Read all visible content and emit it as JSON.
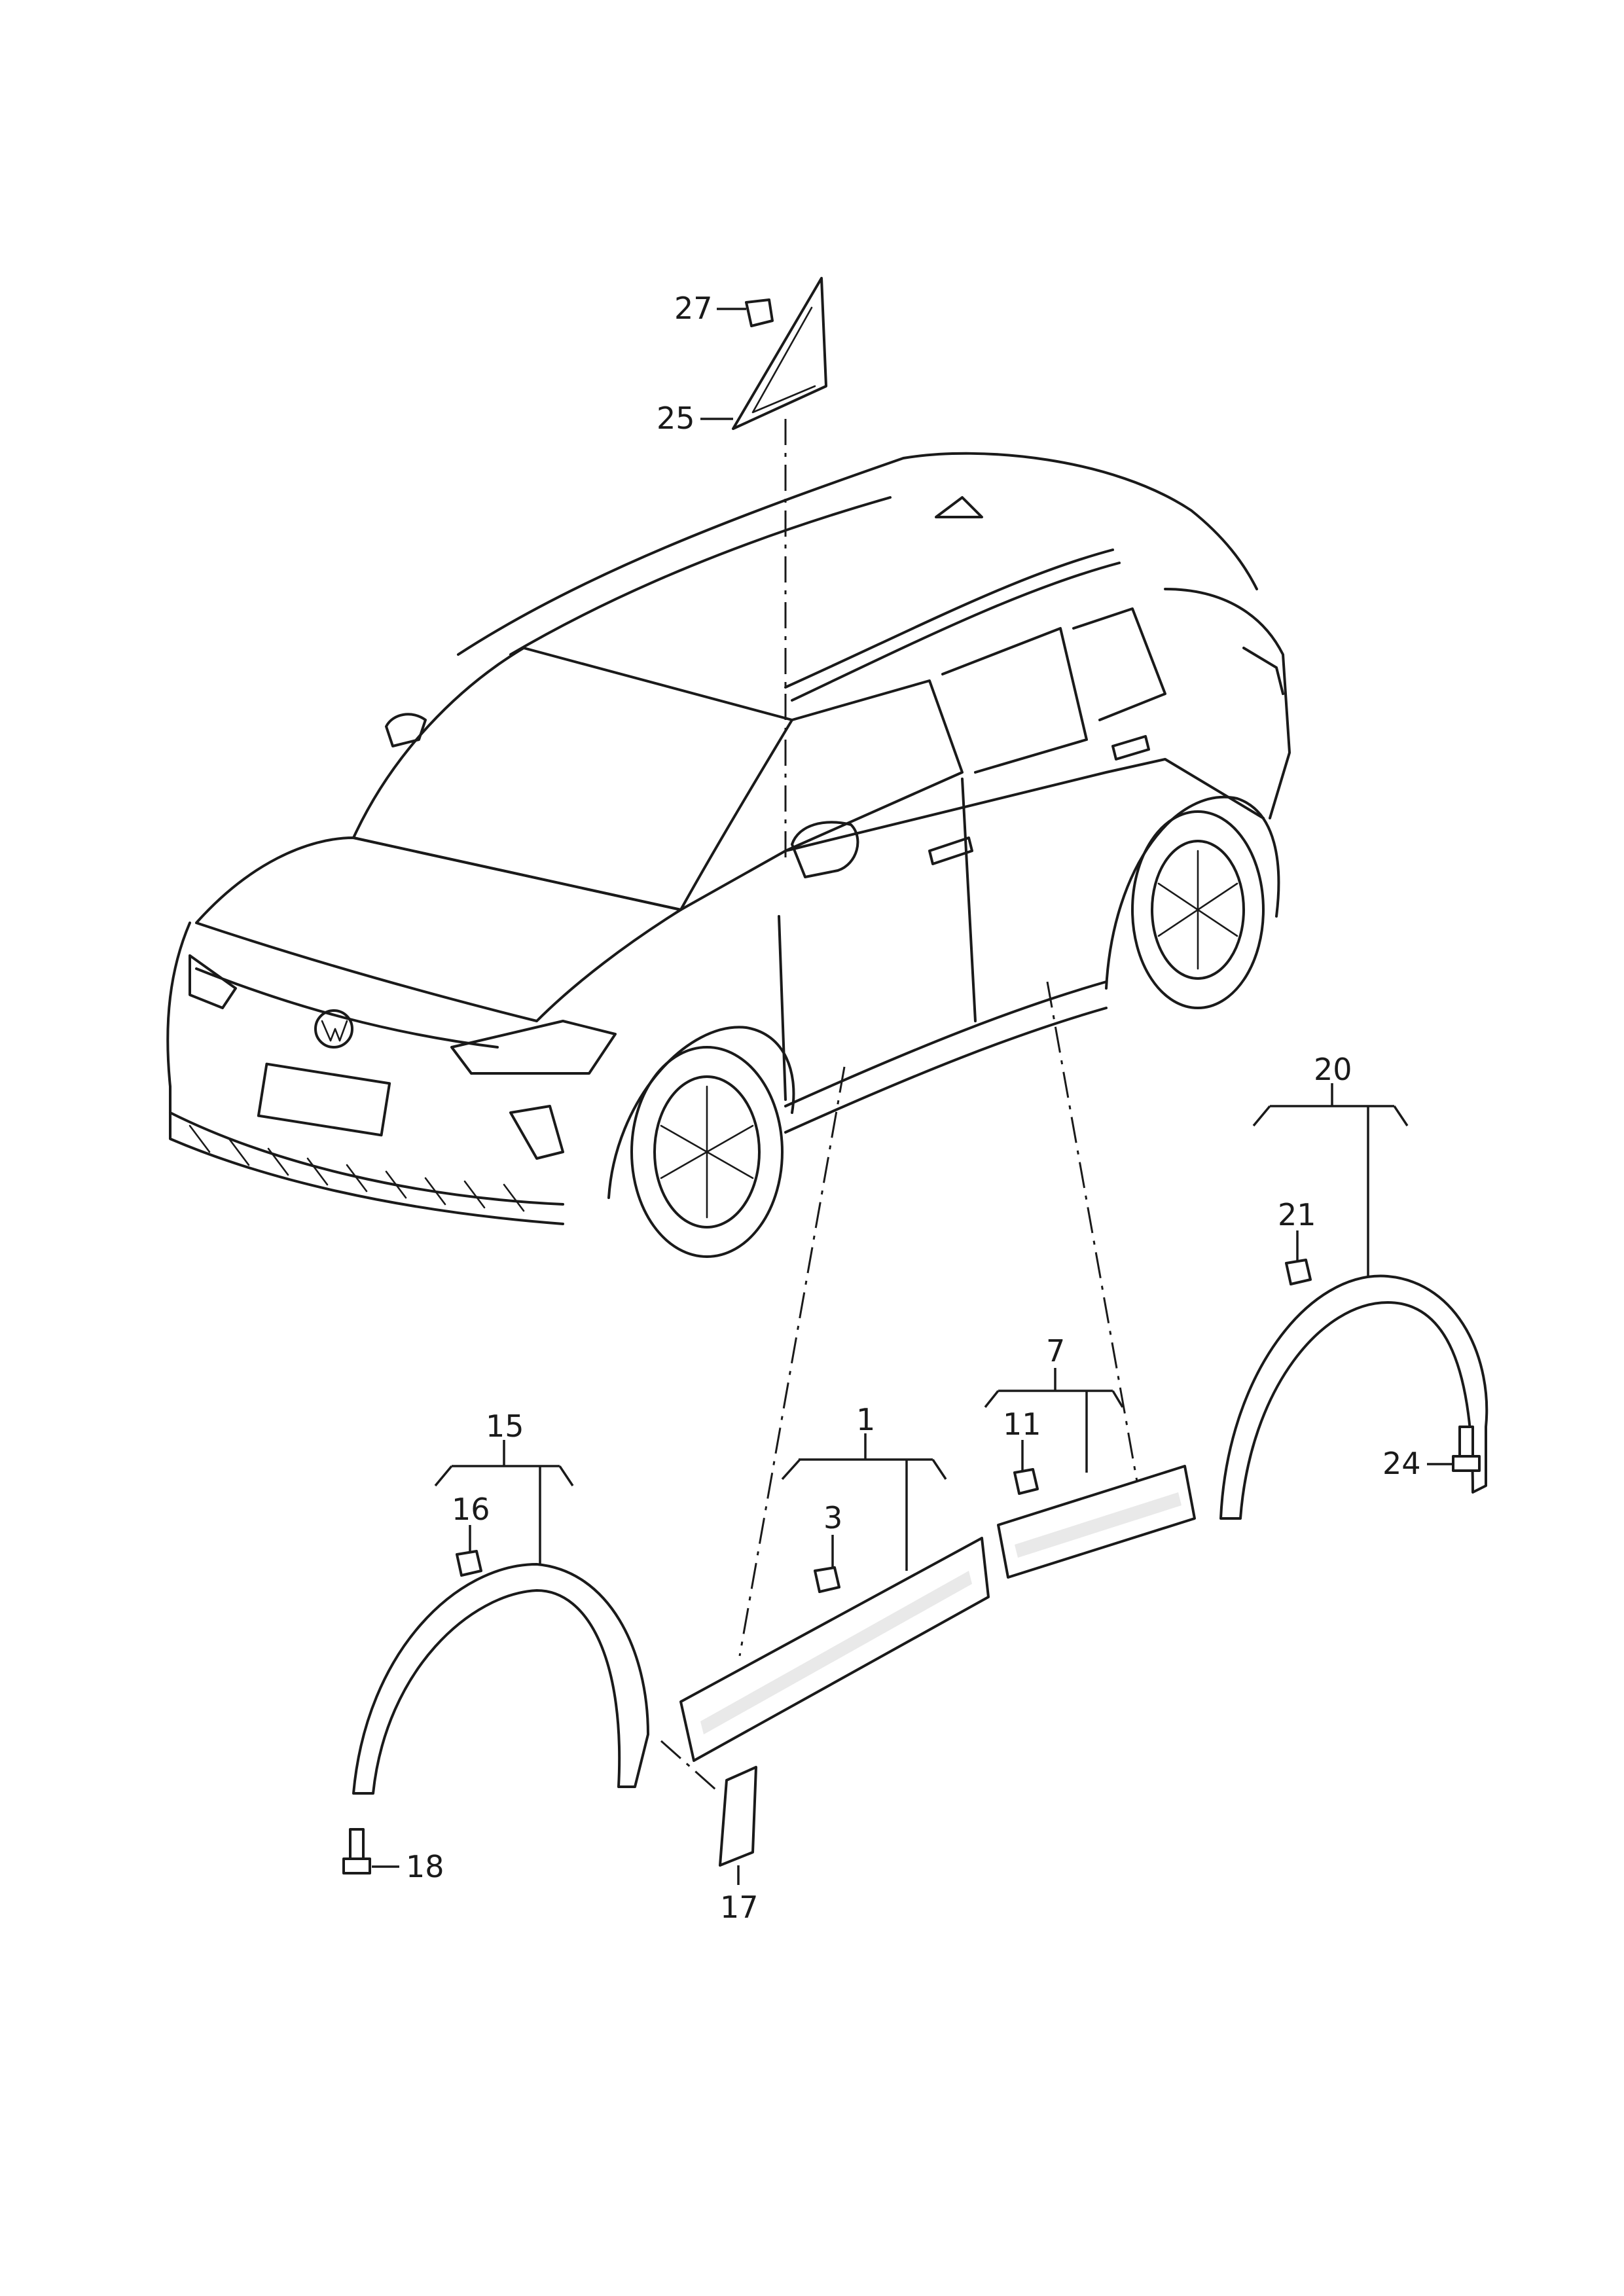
{
  "callouts": {
    "c1": "1",
    "c3": "3",
    "c7": "7",
    "c11": "11",
    "c15": "15",
    "c16": "16",
    "c17": "17",
    "c18": "18",
    "c20": "20",
    "c21": "21",
    "c24": "24",
    "c25": "25",
    "c27": "27"
  }
}
